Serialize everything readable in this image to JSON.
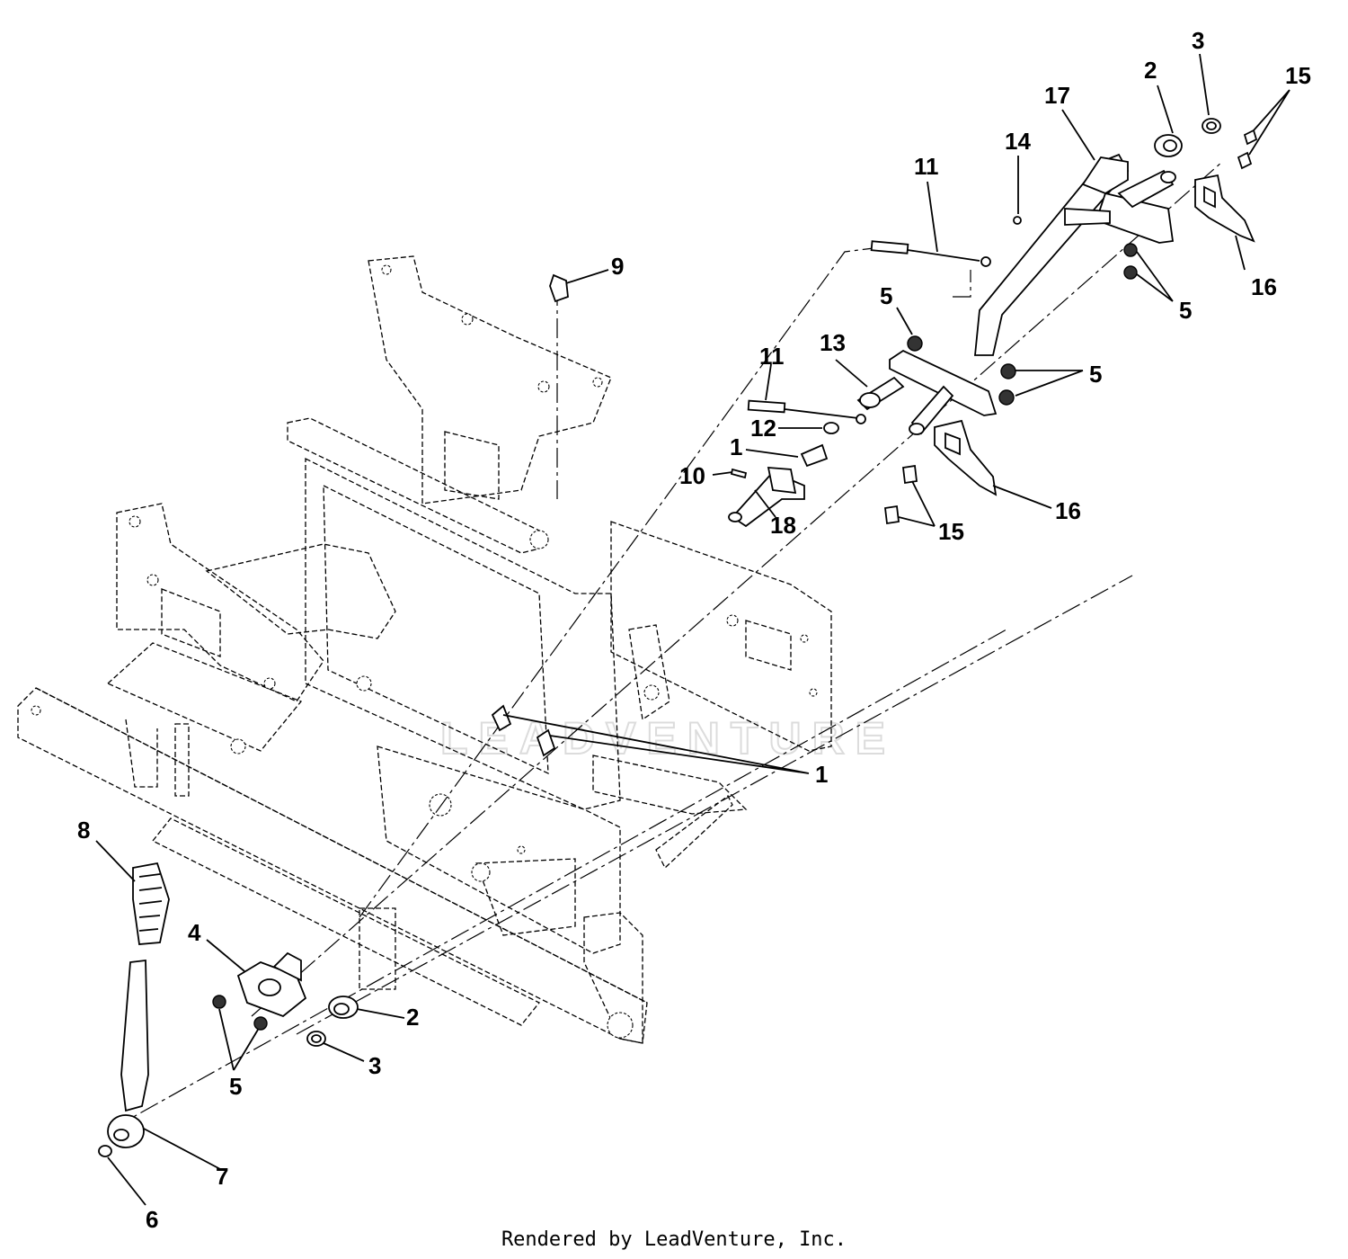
{
  "diagram": {
    "callouts": [
      {
        "id": "c17",
        "label": "17"
      },
      {
        "id": "c2-top",
        "label": "2"
      },
      {
        "id": "c3-top",
        "label": "3"
      },
      {
        "id": "c15-top",
        "label": "15"
      },
      {
        "id": "c14",
        "label": "14"
      },
      {
        "id": "c11-top",
        "label": "11"
      },
      {
        "id": "c9",
        "label": "9"
      },
      {
        "id": "c16-top",
        "label": "16"
      },
      {
        "id": "c5-upper-right",
        "label": "5"
      },
      {
        "id": "c5-mid",
        "label": "5"
      },
      {
        "id": "c13",
        "label": "13"
      },
      {
        "id": "c5-right",
        "label": "5"
      },
      {
        "id": "c11-mid",
        "label": "11"
      },
      {
        "id": "c12",
        "label": "12"
      },
      {
        "id": "c1-mid",
        "label": "1"
      },
      {
        "id": "c10",
        "label": "10"
      },
      {
        "id": "c18",
        "label": "18"
      },
      {
        "id": "c16-mid",
        "label": "16"
      },
      {
        "id": "c15-mid",
        "label": "15"
      },
      {
        "id": "c1-lower",
        "label": "1"
      },
      {
        "id": "c8",
        "label": "8"
      },
      {
        "id": "c4",
        "label": "4"
      },
      {
        "id": "c2-bottom",
        "label": "2"
      },
      {
        "id": "c3-bottom",
        "label": "3"
      },
      {
        "id": "c5-bottom",
        "label": "5"
      },
      {
        "id": "c7",
        "label": "7"
      },
      {
        "id": "c6",
        "label": "6"
      }
    ],
    "watermark": "LEADVENTURE"
  },
  "footer": {
    "credit": "Rendered by LeadVenture, Inc."
  }
}
